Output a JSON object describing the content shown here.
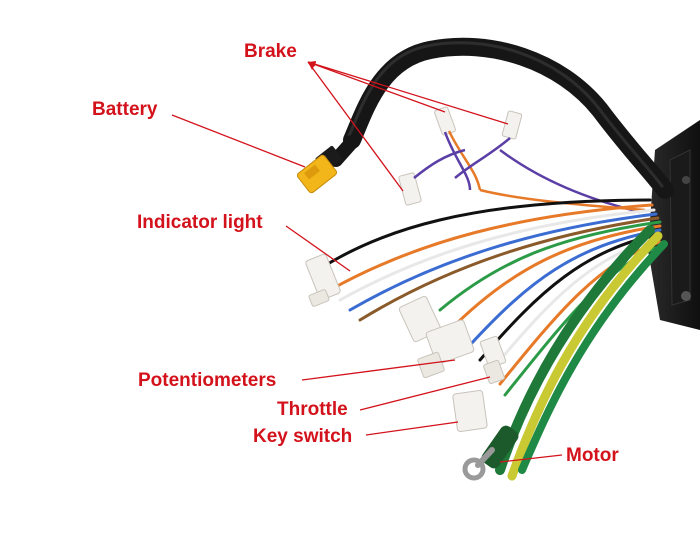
{
  "colors": {
    "label_text": "#d3121b",
    "leader_line": "#d3121b",
    "background": "#ffffff",
    "cable_black": "#1b1b1b",
    "connector_white": "#f4f2ee",
    "xt_connector_yellow": "#f2b51a"
  },
  "labels": {
    "brake": "Brake",
    "battery": "Battery",
    "indicator_light": "Indicator light",
    "potentiometers": "Potentiometers",
    "throttle": "Throttle",
    "key_switch": "Key switch",
    "motor": "Motor"
  }
}
